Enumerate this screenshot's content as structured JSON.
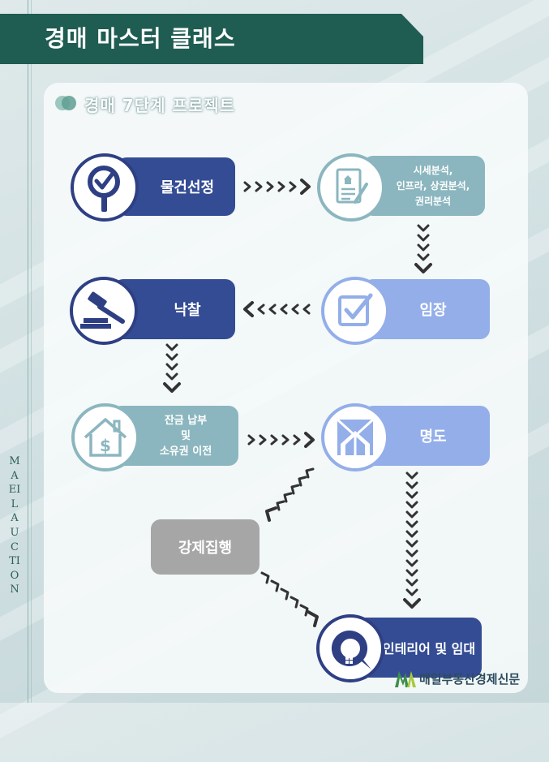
{
  "header": {
    "title": "경매 마스터 클래스"
  },
  "subtitle": "경매 7단계 프로젝트",
  "steps": {
    "select": {
      "label": "물건선정",
      "icon": "magnifier-check-icon"
    },
    "analysis": {
      "lines": [
        "시세분석,",
        "인프라, 상권분석,",
        "권리분석"
      ],
      "icon": "document-pen-icon"
    },
    "attend": {
      "label": "임장",
      "icon": "checkbox-icon"
    },
    "win": {
      "label": "낙찰",
      "icon": "gavel-icon"
    },
    "payment": {
      "lines": [
        "잔금 납부",
        "및",
        "소유권 이전"
      ],
      "icon": "house-dollar-icon"
    },
    "evict": {
      "label": "명도",
      "icon": "envelope-house-icon"
    },
    "force": {
      "label": "강제집행"
    },
    "final": {
      "label": "인테리어 및 임대",
      "icon": "house-q-icon"
    }
  },
  "brand": {
    "vertical": "MAEILAUCTION",
    "logo": "매일부동산경제신문",
    "logo_icon": "ma-logo-icon"
  },
  "colors": {
    "navy": "#344c94",
    "lavender": "#93aee9",
    "teal": "#8bb6bf",
    "gray": "#a6a6a6",
    "arrow": "#333333",
    "header": "#1f5c52"
  }
}
